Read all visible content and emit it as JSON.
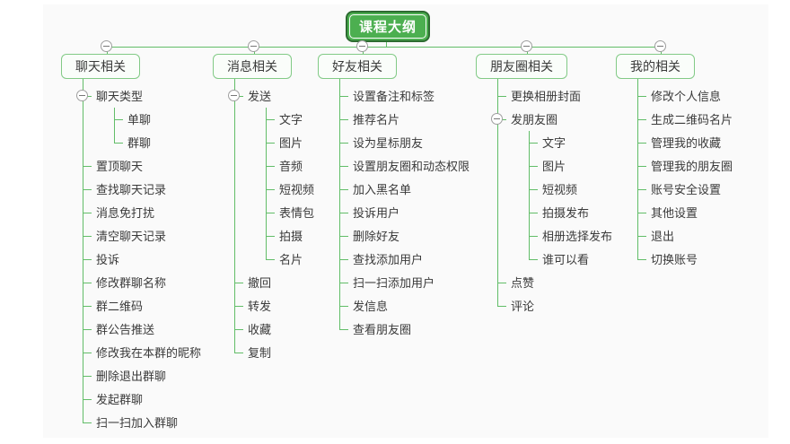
{
  "root": {
    "label": "课程大纲"
  },
  "branches": [
    {
      "label": "聊天相关",
      "children": [
        {
          "label": "聊天类型",
          "collapsed_icon": "minus-circle-icon",
          "children": [
            {
              "label": "单聊"
            },
            {
              "label": "群聊"
            }
          ]
        },
        {
          "label": "置顶聊天"
        },
        {
          "label": "查找聊天记录"
        },
        {
          "label": "消息免打扰"
        },
        {
          "label": "清空聊天记录"
        },
        {
          "label": "投诉"
        },
        {
          "label": "修改群聊名称"
        },
        {
          "label": "群二维码"
        },
        {
          "label": "群公告推送"
        },
        {
          "label": "修改我在本群的昵称"
        },
        {
          "label": "删除退出群聊"
        },
        {
          "label": "发起群聊"
        },
        {
          "label": "扫一扫加入群聊"
        }
      ]
    },
    {
      "label": "消息相关",
      "children": [
        {
          "label": "发送",
          "collapsed_icon": "minus-circle-icon",
          "children": [
            {
              "label": "文字"
            },
            {
              "label": "图片"
            },
            {
              "label": "音频"
            },
            {
              "label": "短视频"
            },
            {
              "label": "表情包"
            },
            {
              "label": "拍摄"
            },
            {
              "label": "名片"
            }
          ]
        },
        {
          "label": "撤回"
        },
        {
          "label": "转发"
        },
        {
          "label": "收藏"
        },
        {
          "label": "复制"
        }
      ]
    },
    {
      "label": "好友相关",
      "children": [
        {
          "label": "设置备注和标签"
        },
        {
          "label": "推荐名片"
        },
        {
          "label": "设为星标朋友"
        },
        {
          "label": "设置朋友圈和动态权限"
        },
        {
          "label": "加入黑名单"
        },
        {
          "label": "投诉用户"
        },
        {
          "label": "删除好友"
        },
        {
          "label": "查找添加用户"
        },
        {
          "label": "扫一扫添加用户"
        },
        {
          "label": "发信息"
        },
        {
          "label": "查看朋友圈"
        }
      ]
    },
    {
      "label": "朋友圈相关",
      "children": [
        {
          "label": "更换相册封面"
        },
        {
          "label": "发朋友圈",
          "collapsed_icon": "minus-circle-icon",
          "children": [
            {
              "label": "文字"
            },
            {
              "label": "图片"
            },
            {
              "label": "短视频"
            },
            {
              "label": "拍摄发布"
            },
            {
              "label": "相册选择发布"
            },
            {
              "label": "谁可以看"
            }
          ]
        },
        {
          "label": "点赞"
        },
        {
          "label": "评论"
        }
      ]
    },
    {
      "label": "我的相关",
      "children": [
        {
          "label": "修改个人信息"
        },
        {
          "label": "生成二维码名片"
        },
        {
          "label": "管理我的收藏"
        },
        {
          "label": "管理我的朋友圈"
        },
        {
          "label": "账号安全设置"
        },
        {
          "label": "其他设置"
        },
        {
          "label": "退出"
        },
        {
          "label": "切换账号"
        }
      ]
    }
  ],
  "colors": {
    "line_green": "#62bd68",
    "node_border_green": "#82ca86",
    "node_fill": "#fafdfa",
    "root_fill": "#4caf50",
    "root_border": "#2d6b31",
    "text": "#3a3a3a",
    "collapse_circle": "#9e9e9e",
    "canvas": "#fafafa"
  }
}
